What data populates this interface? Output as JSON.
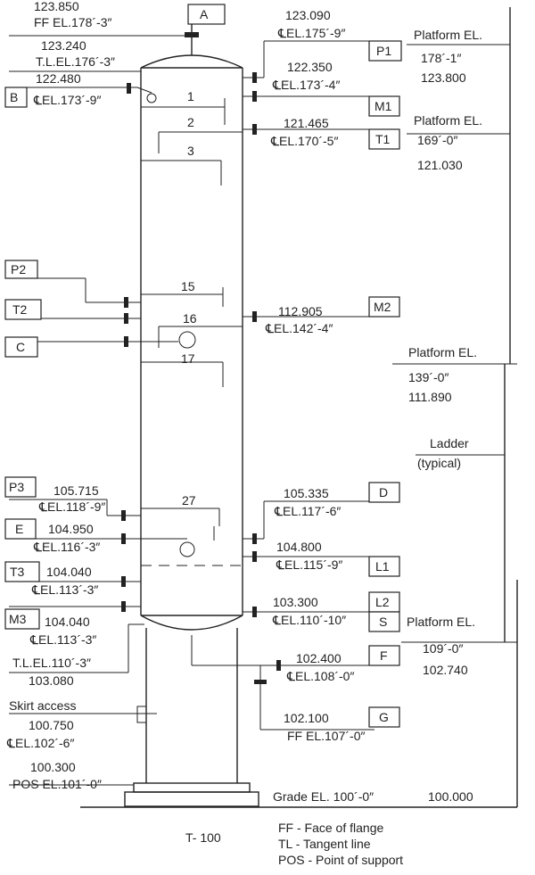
{
  "diagram": {
    "title": "T- 100",
    "legend": [
      "FF - Face of flange",
      "TL - Tangent line",
      "POS - Point of support"
    ],
    "trays": [
      "1",
      "2",
      "3",
      "15",
      "16",
      "17",
      "27"
    ],
    "nozzles": [
      {
        "tag": "A"
      },
      {
        "tag": "B",
        "elev": "122.480",
        "cl": "EL.173",
        "ft": "9"
      },
      {
        "tag": "C"
      },
      {
        "tag": "D",
        "elev": "105.335",
        "cl": "EL.117",
        "ft": "6"
      },
      {
        "tag": "E",
        "elev": "104.950",
        "cl": "EL.116",
        "ft": "3"
      },
      {
        "tag": "F",
        "elev": "102.400",
        "cl": "EL.108",
        "ft": "0"
      },
      {
        "tag": "G",
        "elev": "102.100",
        "ff": "FF EL.107",
        "ft": "0"
      },
      {
        "tag": "P1",
        "elev": "123.090",
        "cl": "EL.175",
        "ft": "9"
      },
      {
        "tag": "M1",
        "elev": "122.350",
        "cl": "EL.173",
        "ft": "4"
      },
      {
        "tag": "T1",
        "elev": "121.465",
        "cl": "EL.170",
        "ft": "5"
      },
      {
        "tag": "P2"
      },
      {
        "tag": "T2"
      },
      {
        "tag": "M2",
        "elev": "112.905",
        "cl": "EL.142",
        "ft": "4"
      },
      {
        "tag": "P3",
        "elev": "105.715",
        "cl": "EL.118",
        "ft": "9"
      },
      {
        "tag": "L1",
        "elev": "104.800",
        "cl": "EL.115",
        "ft": "9"
      },
      {
        "tag": "T3",
        "elev": "104.040",
        "cl": "EL.113",
        "ft": "3"
      },
      {
        "tag": "M3",
        "elev": "104.040",
        "cl": "EL.113",
        "ft": "3"
      },
      {
        "tag": "L2",
        "elev": "103.300",
        "cl": "EL.110",
        "ft": "10"
      },
      {
        "tag": "S"
      }
    ],
    "top_ff": {
      "elev": "123.850",
      "label": "FF EL.178",
      "ft": "3"
    },
    "top_tl": {
      "elev": "123.240",
      "label": "T.L.EL.176",
      "ft": "3"
    },
    "bottom_tl": {
      "label": "T.L.EL.110",
      "ft": "3",
      "elev": "103.080"
    },
    "skirt": {
      "label": "Skirt access",
      "elev": "100.750",
      "cl": "EL.102",
      "ft": "6"
    },
    "pos": {
      "elev": "100.300",
      "label": "POS EL.101",
      "ft": "0"
    },
    "grade": {
      "label": "Grade EL. 100",
      "ft": "0",
      "elev": "100.000"
    },
    "platforms": [
      {
        "label": "Platform EL.",
        "ft": "178",
        "in": "1",
        "elev": "123.800"
      },
      {
        "label": "Platform EL.",
        "ft": "169",
        "in": "0",
        "elev": "121.030"
      },
      {
        "label": "Platform EL.",
        "ft": "139",
        "in": "0",
        "elev": "111.890"
      },
      {
        "label": "Platform EL.",
        "ft": "109",
        "in": "0",
        "elev": "102.740"
      }
    ],
    "ladder": {
      "line1": "Ladder",
      "line2": "(typical)"
    }
  }
}
